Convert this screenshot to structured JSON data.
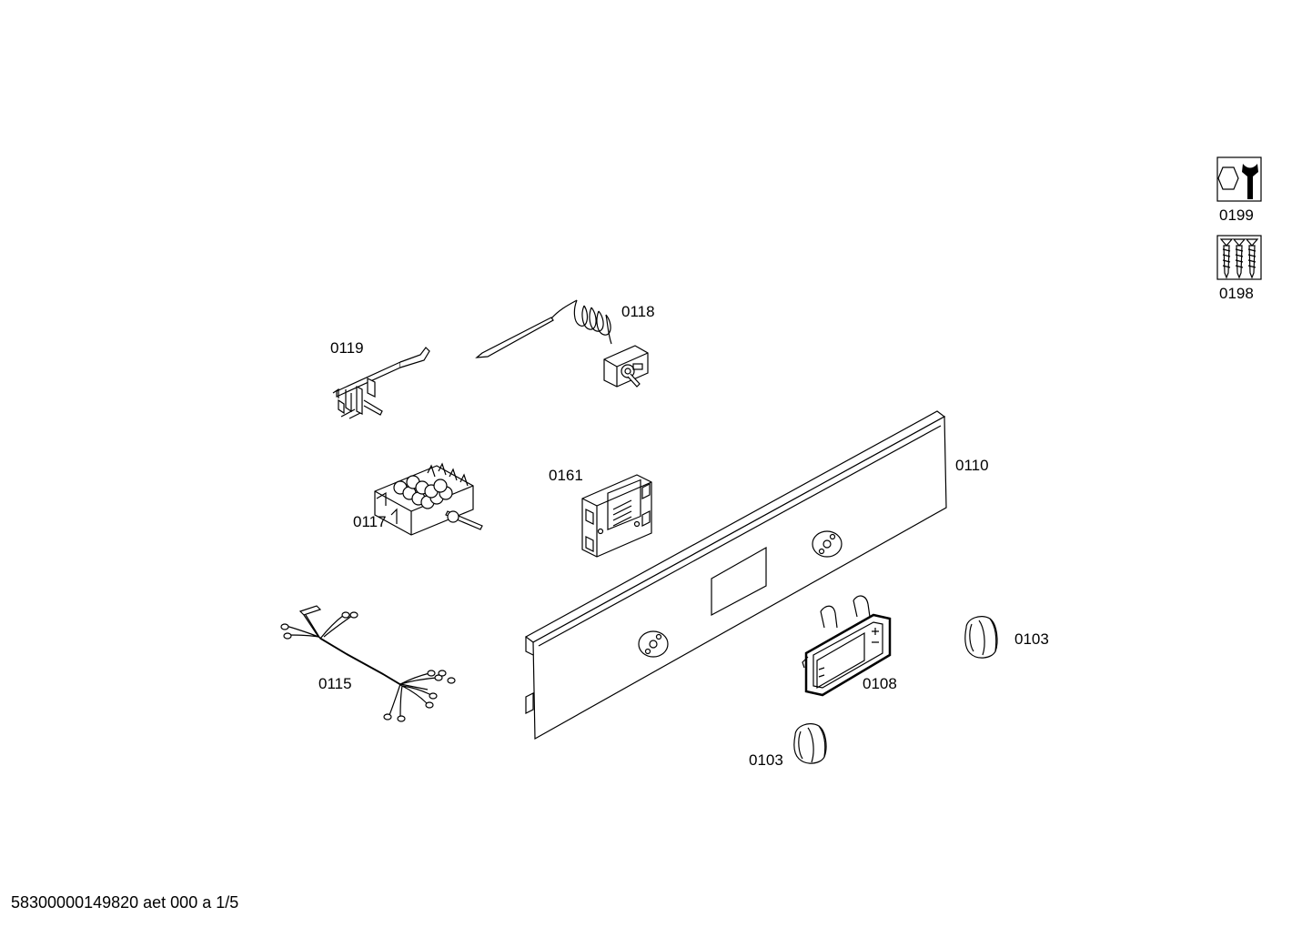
{
  "parts": [
    {
      "id": "p0199",
      "label": "0199",
      "icon": "service-tools-icon"
    },
    {
      "id": "p0198",
      "label": "0198",
      "icon": "screws-icon"
    },
    {
      "id": "p0118",
      "label": "0118",
      "icon": "thermostat-icon"
    },
    {
      "id": "p0119",
      "label": "0119",
      "icon": "bracket-icon"
    },
    {
      "id": "p0110",
      "label": "0110",
      "icon": "control-panel-icon"
    },
    {
      "id": "p0161",
      "label": "0161",
      "icon": "module-icon"
    },
    {
      "id": "p0117",
      "label": "0117",
      "icon": "selector-switch-icon"
    },
    {
      "id": "p0103a",
      "label": "0103",
      "icon": "knob-icon"
    },
    {
      "id": "p0115",
      "label": "0115",
      "icon": "wiring-harness-icon"
    },
    {
      "id": "p0108",
      "label": "0108",
      "icon": "display-frame-icon"
    },
    {
      "id": "p0103b",
      "label": "0103",
      "icon": "knob-icon"
    }
  ],
  "footer": "58300000149820 aet 000 a 1/5"
}
